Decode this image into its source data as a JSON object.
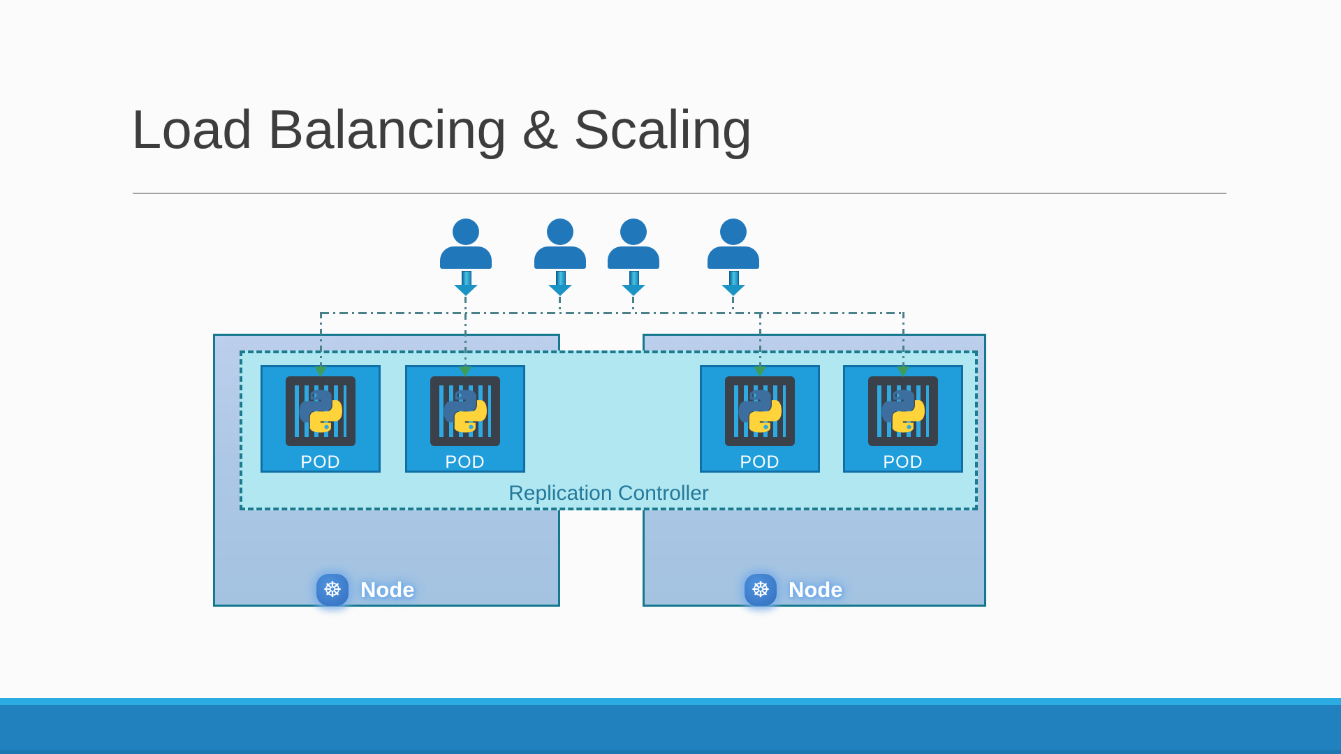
{
  "slide": {
    "title": "Load Balancing & Scaling",
    "users": {
      "count": 4
    },
    "replication_controller": {
      "label": "Replication Controller"
    },
    "pods": [
      {
        "label": "POD"
      },
      {
        "label": "POD"
      },
      {
        "label": "POD"
      },
      {
        "label": "POD"
      }
    ],
    "nodes": [
      {
        "label": "Node"
      },
      {
        "label": "Node"
      }
    ],
    "icons": {
      "kubernetes_icon": "☸",
      "user_icon": "person-silhouette",
      "python_logo": "python-two-snakes",
      "container_icon": "caged-container"
    },
    "colors": {
      "title_text": "#3d3d3d",
      "user_blue": "#2078bb",
      "arrow_cyan": "#49c4e2",
      "pod_fill": "#209edb",
      "pod_border": "#106fa4",
      "node_fill_top": "#bccfec",
      "node_fill_bottom": "#a3c3e1",
      "node_border": "#14788f",
      "rc_fill": "#b1e7f1",
      "rc_border": "#1b7a8d",
      "rc_text": "#24799b",
      "connector_line": "#49808a",
      "connector_arrow_green": "#3f9c5a",
      "container_dark": "#3a414b",
      "python_blue": "#3c6e9f",
      "python_yellow": "#ffd43b",
      "footer_cyan": "#2aace2",
      "footer_blue": "#2181bf",
      "footer_dark_blue": "#1d77b0"
    }
  }
}
